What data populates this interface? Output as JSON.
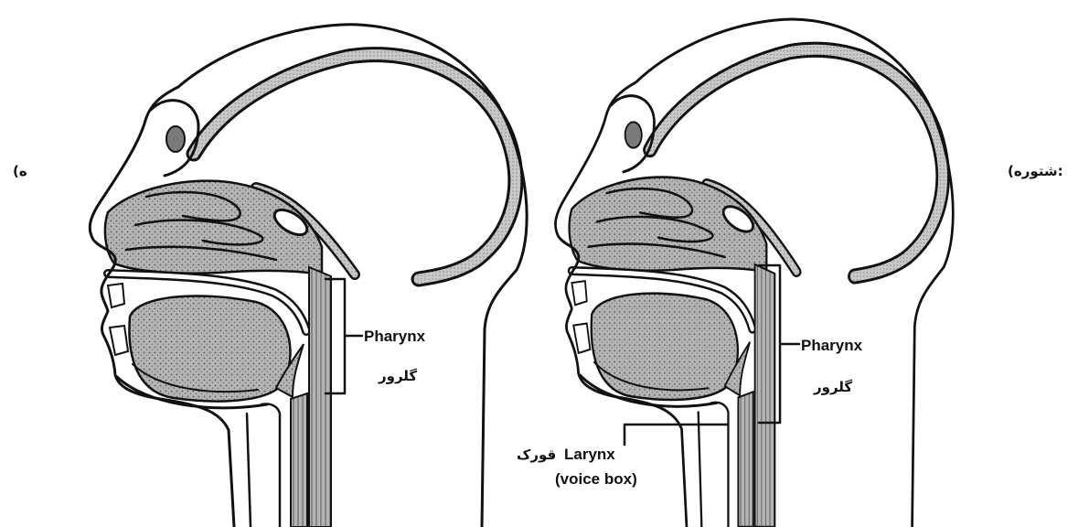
{
  "figure": {
    "left_panel": {
      "marker": "(ه",
      "pharynx_label": "Pharynx",
      "pharynx_label_local": "گلرور"
    },
    "right_panel": {
      "marker": "(شتوره:",
      "pharynx_label": "Pharynx",
      "pharynx_label_local": "گلرور",
      "larynx_label_local": "قورک",
      "larynx_label": "Larynx",
      "larynx_sublabel": "(voice box)"
    }
  },
  "colors": {
    "ink": "#111111",
    "tissue": "#b4b4b4",
    "tissue_dark": "#8e8e8e",
    "bone": "#c8c8c8",
    "background": "#ffffff"
  }
}
